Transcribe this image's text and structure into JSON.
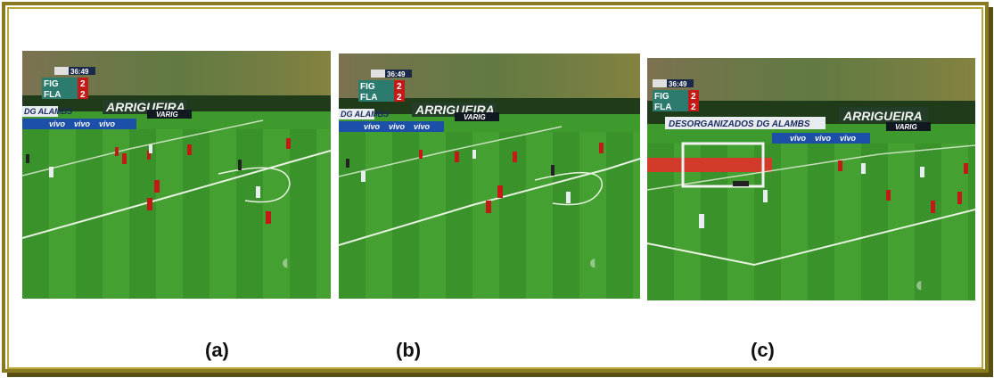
{
  "captions": {
    "a": "(a)",
    "b": "(b)",
    "c": "(c)"
  },
  "scoreboard": {
    "clock": "36:49",
    "team_home": "FIG",
    "team_away": "FLA",
    "score_home": "2",
    "score_away": "2"
  },
  "boards": {
    "arrigueira": "ARRIGUEIRA",
    "alambs": "DG ALAMBS",
    "varig": "VARIG",
    "vivo": "vivo",
    "desorganizados": "DESORGANIZADOS DG ALAMBS"
  },
  "colors": {
    "frame_outer": "#8a7a1f",
    "frame_inner": "#b9a83a",
    "pitch": "#3f9a2d",
    "pitch_dark": "#2f7f24",
    "crowd": "#5b6b3c",
    "home_kit": "#c41a17",
    "away_kit": "#e8eef0"
  }
}
